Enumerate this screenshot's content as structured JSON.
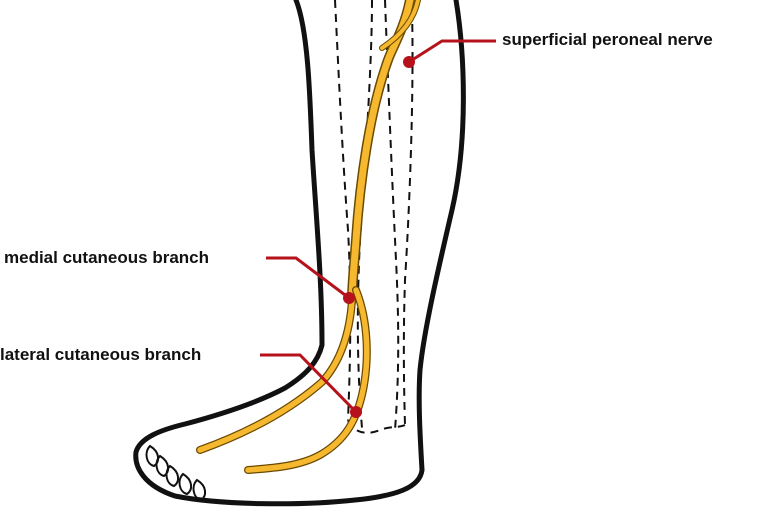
{
  "labels": {
    "superficial_peroneal_nerve": "superficial peroneal nerve",
    "medial_cutaneous_branch": "medial cutaneous branch",
    "lateral_cutaneous_branch": "lateral cutaneous branch"
  },
  "colors": {
    "outline": "#111111",
    "nerve": "#f5b82e",
    "nerve_edge": "#6b4a00",
    "leader_line": "#b5121b",
    "marker": "#b5121b",
    "background": "#ffffff",
    "label_text": "#111111"
  }
}
